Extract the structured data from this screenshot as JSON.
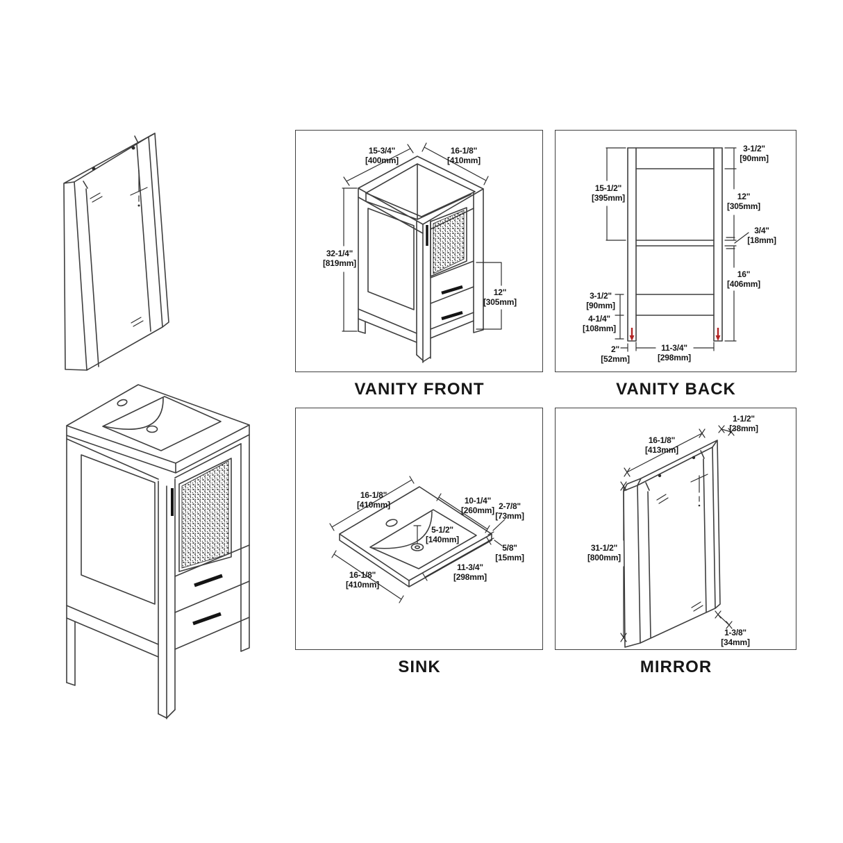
{
  "titles": {
    "vanity_front": "VANITY FRONT",
    "vanity_back": "VANITY BACK",
    "sink": "SINK",
    "mirror": "MIRROR"
  },
  "colors": {
    "line": "#3e3e3e",
    "text": "#161616",
    "red_arrow": "#b22424",
    "panel_border": "#3f3f3f",
    "background": "#ffffff"
  },
  "vanity_front": {
    "dims": {
      "top_left": {
        "in": "15-3/4\"",
        "mm": "[400mm]"
      },
      "top_right": {
        "in": "16-1/8\"",
        "mm": "[410mm]"
      },
      "height": {
        "in": "32-1/4\"",
        "mm": "[819mm]"
      },
      "drawer_section": {
        "in": "12\"",
        "mm": "[305mm]"
      }
    }
  },
  "vanity_back": {
    "dims": {
      "top_rail": {
        "in": "3-1/2\"",
        "mm": "[90mm]"
      },
      "opening": {
        "in": "12\"",
        "mm": "[305mm]"
      },
      "shelf": {
        "in": "3/4\"",
        "mm": "[18mm]"
      },
      "lower_right": {
        "in": "16\"",
        "mm": "[406mm]"
      },
      "upper_left": {
        "in": "15-1/2\"",
        "mm": "[395mm]"
      },
      "lower_left": {
        "in": "3-1/2\"",
        "mm": "[90mm]"
      },
      "bottom_left": {
        "in": "4-1/4\"",
        "mm": "[108mm]"
      },
      "leg_width": {
        "in": "2\"",
        "mm": "[52mm]"
      },
      "bottom_span": {
        "in": "11-3/4\"",
        "mm": "[298mm]"
      }
    }
  },
  "sink": {
    "dims": {
      "top_left": {
        "in": "16-1/8\"",
        "mm": "[410mm]"
      },
      "basin_width": {
        "in": "10-1/4\"",
        "mm": "[260mm]"
      },
      "right_rim": {
        "in": "2-7/8\"",
        "mm": "[73mm]"
      },
      "faucet_offset": {
        "in": "5-1/2\"",
        "mm": "[140mm]"
      },
      "thickness": {
        "in": "5/8\"",
        "mm": "[15mm]"
      },
      "bottom_right": {
        "in": "11-3/4\"",
        "mm": "[298mm]"
      },
      "bottom_left": {
        "in": "16-1/8\"",
        "mm": "[410mm]"
      }
    }
  },
  "mirror": {
    "dims": {
      "width": {
        "in": "16-1/8\"",
        "mm": "[413mm]"
      },
      "depth_top": {
        "in": "1-1/2\"",
        "mm": "[38mm]"
      },
      "height": {
        "in": "31-1/2\"",
        "mm": "[800mm]"
      },
      "depth_bottom": {
        "in": "1-3/8\"",
        "mm": "[34mm]"
      }
    }
  }
}
